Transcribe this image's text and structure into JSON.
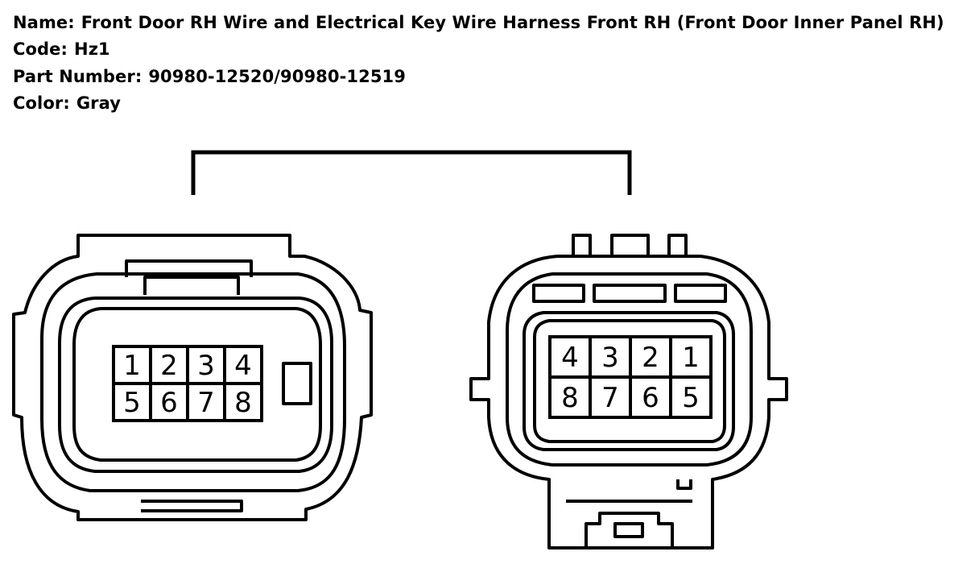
{
  "header": {
    "name_label": "Name:",
    "name_value": "Front Door RH Wire and Electrical Key Wire Harness Front RH (Front Door Inner Panel RH)",
    "code_label": "Code:",
    "code_value": "Hz1",
    "part_label": "Part Number:",
    "part_value": "90980-12520/90980-12519",
    "color_label": "Color:",
    "color_value": "Gray"
  },
  "left_connector": {
    "pins_row1": [
      "1",
      "2",
      "3",
      "4"
    ],
    "pins_row2": [
      "5",
      "6",
      "7",
      "8"
    ]
  },
  "right_connector": {
    "pins_row1": [
      "4",
      "3",
      "2",
      "1"
    ],
    "pins_row2": [
      "8",
      "7",
      "6",
      "5"
    ]
  }
}
